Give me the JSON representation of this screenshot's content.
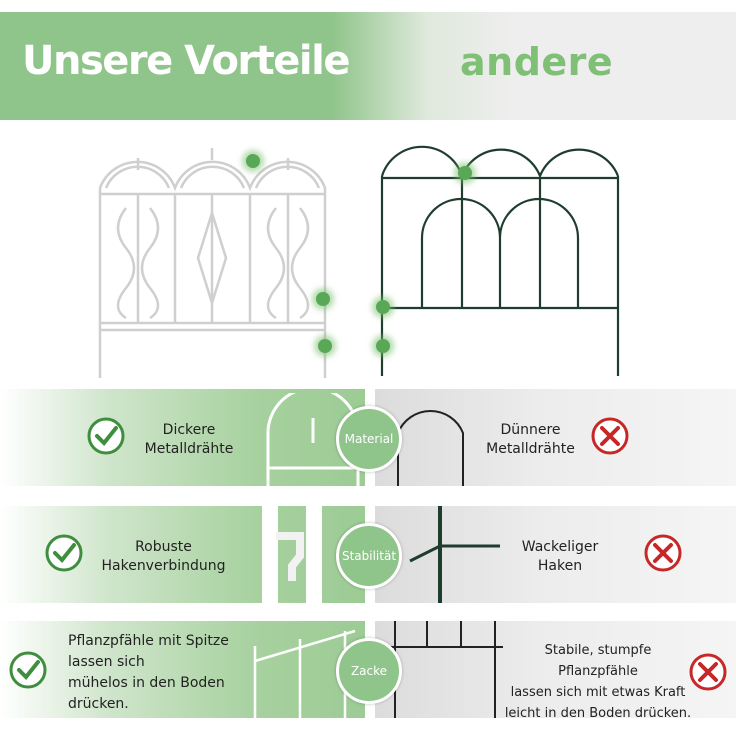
{
  "header": {
    "left_title": "Unsere Vorteile",
    "right_title": "andere"
  },
  "rows": [
    {
      "badge": "Material",
      "left_text": "Dickere\nMetalldrähte",
      "right_text": "Dünnere\nMetalldrähte"
    },
    {
      "badge": "Stabilität",
      "left_text": "Robuste\nHakenverbindung",
      "right_text": "Wackeliger\nHaken"
    },
    {
      "badge": "Zacke",
      "left_text": "Pflanzpfähle mit Spitze\nlassen sich\nmühelos in den Boden\ndrücken.",
      "right_text": "Stabile, stumpfe Pflanzpfähle\nlassen sich mit etwas Kraft\nleicht in den Boden drücken."
    }
  ],
  "icons": {
    "good": "check-circle-icon",
    "bad": "x-circle-icon"
  },
  "colors": {
    "accent_green": "#8fc48a",
    "check_green": "#3e8e3e",
    "cross_red": "#c62828"
  }
}
